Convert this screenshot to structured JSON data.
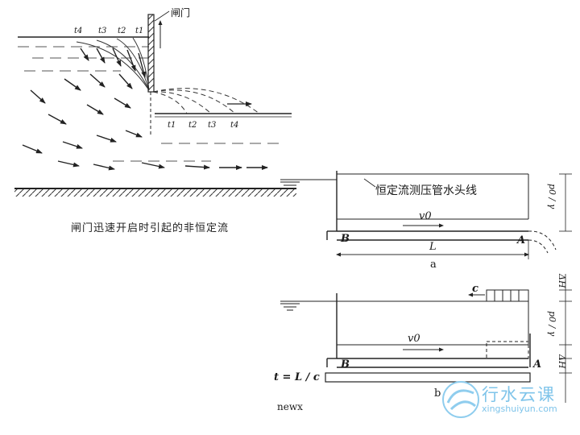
{
  "figure1": {
    "gate_label": "闸门",
    "caption": "闸门迅速开启时引起的非恒定流",
    "upper_times": [
      "t4",
      "t3",
      "t2",
      "t1"
    ],
    "lower_times": [
      "t1",
      "t2",
      "t3",
      "t4"
    ]
  },
  "figure2a": {
    "hgl_label": "恒定流测压管水头线",
    "velocity": "v0",
    "head": "p0 / γ",
    "left_end": "B",
    "right_end": "A",
    "length": "L",
    "sublabel": "a"
  },
  "figure2b": {
    "wave_speed": "c",
    "velocity": "v0",
    "head": "p0 / γ",
    "delta_h_top": "ΔH",
    "delta_h_bottom": "ΔH",
    "left_end": "B",
    "right_end": "A",
    "time_eq": "t = L / c",
    "sublabel": "b"
  },
  "footer_text": "newx",
  "watermark": {
    "title": "行水云课",
    "url": "xingshuiyun.com"
  }
}
